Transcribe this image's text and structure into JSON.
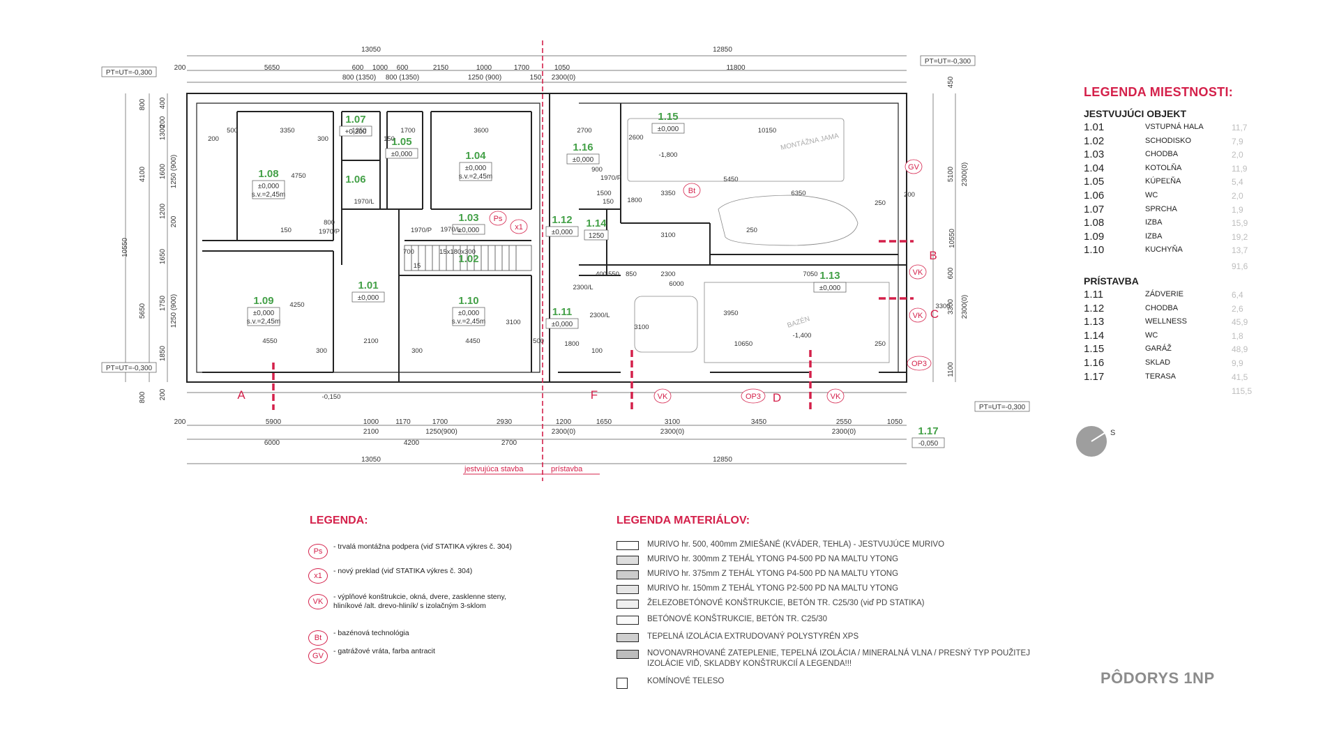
{
  "plan": {
    "room_labels": [
      {
        "num": "1.07",
        "level": "+0,200"
      },
      {
        "num": "1.05",
        "level": "±0,000"
      },
      {
        "num": "1.06",
        "level": ""
      },
      {
        "num": "1.04",
        "level": "±0,000",
        "extra": "s.v.=2,45m"
      },
      {
        "num": "1.08",
        "level": "±0,000",
        "extra": "s.v.=2,45m"
      },
      {
        "num": "1.03",
        "level": "±0,000"
      },
      {
        "num": "1.02",
        "level": ""
      },
      {
        "num": "1.01",
        "level": "±0,000"
      },
      {
        "num": "1.09",
        "level": "±0,000",
        "extra": "s.v.=2,45m"
      },
      {
        "num": "1.10",
        "level": "±0,000",
        "extra": "s.v.=2,45m"
      },
      {
        "num": "1.16",
        "level": "±0,000"
      },
      {
        "num": "1.15",
        "level": "±0,000"
      },
      {
        "num": "1.12",
        "level": "±0,000"
      },
      {
        "num": "1.14",
        "level": "1250"
      },
      {
        "num": "1.11",
        "level": "±0,000"
      },
      {
        "num": "1.13",
        "level": "±0,000"
      },
      {
        "num": "1.17",
        "level": "-0,050"
      }
    ],
    "pt_labels": [
      "PT=UT=-0,300",
      "PT=UT=-0,300",
      "PT=UT=-0,300",
      "PT=UT=-0,300"
    ],
    "top_dims": [
      "13050",
      "12850",
      "200",
      "5650",
      "600",
      "1000",
      "600",
      "2150",
      "1000",
      "1700",
      "1050",
      "11800",
      "800 (1350)",
      "800 (1350)",
      "1250 (900)",
      "150",
      "2300(0)"
    ],
    "bottom_dims": [
      "200",
      "5900",
      "1000",
      "1170",
      "1700",
      "2930",
      "1200",
      "1650",
      "3100",
      "3450",
      "2550",
      "1050",
      "2100",
      "1250(900)",
      "2300(0)",
      "2300(0)",
      "2300(0)",
      "6000",
      "4200",
      "2700",
      "13050",
      "12850"
    ],
    "left_dims": [
      "10550",
      "800",
      "400",
      "1300",
      "200",
      "4100",
      "1600",
      "1250 (900)",
      "1200",
      "200",
      "1650",
      "5650",
      "1750",
      "1250 (900)",
      "1850",
      "800",
      "200"
    ],
    "right_dims": [
      "450",
      "10550",
      "5100",
      "2300(0)",
      "600",
      "3300",
      "2300(0)",
      "1100"
    ],
    "inner_dims": [
      "500",
      "3350",
      "300",
      "200",
      "1250",
      "1700",
      "150",
      "3600",
      "4750",
      "150",
      "1970/P",
      "800",
      "1970/L",
      "1970/L",
      "1970/P",
      "700",
      "15x180x300",
      "15",
      "4250",
      "2100",
      "4550",
      "300",
      "300",
      "4450",
      "3100",
      "500",
      "-0,150",
      "-1,800",
      "10150",
      "2700",
      "2600",
      "1500",
      "150",
      "900",
      "1970/P",
      "1800",
      "3350",
      "6350",
      "5450",
      "250",
      "250",
      "3100",
      "400",
      "550",
      "850",
      "2300",
      "7050",
      "3950",
      "10650",
      "3100",
      "1800",
      "100",
      "-1,400",
      "250",
      "2300/L",
      "2300/L",
      "6000",
      "3300",
      "200"
    ],
    "section_markers": [
      "A",
      "B",
      "C",
      "D",
      "F"
    ],
    "symbol_tags": [
      "Ps",
      "x1",
      "Bt",
      "GV",
      "VK",
      "VK",
      "VK",
      "VK",
      "OP3",
      "OP3"
    ],
    "tags": {
      "pool": "BAZÉN",
      "pit": "MONTÁŽNA JAMA"
    },
    "boundary_labels": {
      "existing": "jestvujúca stavba",
      "extension": "prístavba"
    },
    "north": "S"
  },
  "room_legend": {
    "title": "LEGENDA MIESTNOSTI:",
    "section1": "JESTVUJÚCI OBJEKT",
    "rooms1": [
      {
        "code": "1.01",
        "name": "VSTUPNÁ HALA",
        "area": "11,7"
      },
      {
        "code": "1.02",
        "name": "SCHODISKO",
        "area": "7,9"
      },
      {
        "code": "1.03",
        "name": "CHODBA",
        "area": "2,0"
      },
      {
        "code": "1.04",
        "name": "KOTOLŇA",
        "area": "11,9"
      },
      {
        "code": "1.05",
        "name": "KÚPEĽŇA",
        "area": "5,4"
      },
      {
        "code": "1.06",
        "name": "WC",
        "area": "2,0"
      },
      {
        "code": "1.07",
        "name": "SPRCHA",
        "area": "1,9"
      },
      {
        "code": "1.08",
        "name": "IZBA",
        "area": "15,9"
      },
      {
        "code": "1.09",
        "name": "IZBA",
        "area": "19,2"
      },
      {
        "code": "1.10",
        "name": "KUCHYŇA",
        "area": "13,7"
      }
    ],
    "total1": "91,6",
    "section2": "PRÍSTAVBA",
    "rooms2": [
      {
        "code": "1.11",
        "name": "ZÁDVERIE",
        "area": "6,4"
      },
      {
        "code": "1.12",
        "name": "CHODBA",
        "area": "2,6"
      },
      {
        "code": "1.13",
        "name": "WELLNESS",
        "area": "45,9"
      },
      {
        "code": "1.14",
        "name": "WC",
        "area": "1,8"
      },
      {
        "code": "1.15",
        "name": "GARÁŽ",
        "area": "48,9"
      },
      {
        "code": "1.16",
        "name": "SKLAD",
        "area": "9,9"
      },
      {
        "code": "1.17",
        "name": "TERASA",
        "area": "41,5"
      }
    ],
    "total2": "115,5"
  },
  "legend": {
    "title": "LEGENDA:",
    "items": [
      {
        "sym": "Ps",
        "text": "- trvalá montážna podpera (viď STATIKA výkres č. 304)"
      },
      {
        "sym": "x1",
        "text": "- nový preklad (viď STATIKA výkres č. 304)"
      },
      {
        "sym": "VK",
        "text": "- výplňové konštrukcie, okná, dvere, zasklenne steny, hliníkové /alt. drevo-hliník/ s izolačným 3-sklom"
      },
      {
        "sym": "Bt",
        "text": "- bazénová technológia"
      },
      {
        "sym": "GV",
        "text": "- gatrážové vráta, farba antracit"
      }
    ]
  },
  "materials": {
    "title": "LEGENDA MATERIÁLOV:",
    "items": [
      "MURIVO hr. 500, 400mm ZMIEŠANÉ (KVÁDER, TEHLA) - JESTVUJÚCE MURIVO",
      "MURIVO hr. 300mm Z TEHÁL YTONG P4-500 PD NA MALTU YTONG",
      "MURIVO hr. 375mm Z TEHÁL YTONG P4-500 PD NA MALTU YTONG",
      "MURIVO hr. 150mm Z TEHÁL YTONG P2-500 PD NA MALTU YTONG",
      "ŽELEZOBETÓNOVÉ KONŠTRUKCIE, BETÓN TR. C25/30 (viď PD STATIKA)",
      "BETÓNOVÉ KONŠTRUKCIE, BETÓN TR. C25/30",
      "TEPELNÁ IZOLÁCIA EXTRUDOVANÝ POLYSTYRÉN XPS",
      "NOVONAVRHOVANÉ ZATEPLENIE, TEPELNÁ IZOLÁCIA / MINERALNÁ VLNA / PRESNÝ TYP POUŽITEJ IZOLÁCIE VIĎ, SKLADBY KONŠTRUKCIÍ A LEGENDA!!!",
      "KOMÍNOVÉ TELESO"
    ]
  },
  "sheet_title": "PÔDORYS 1NP",
  "colors": {
    "accent": "#d4204a",
    "room_num": "#43a047",
    "wall": "#222222",
    "dim": "#444444",
    "muted": "#bdbdbd"
  }
}
